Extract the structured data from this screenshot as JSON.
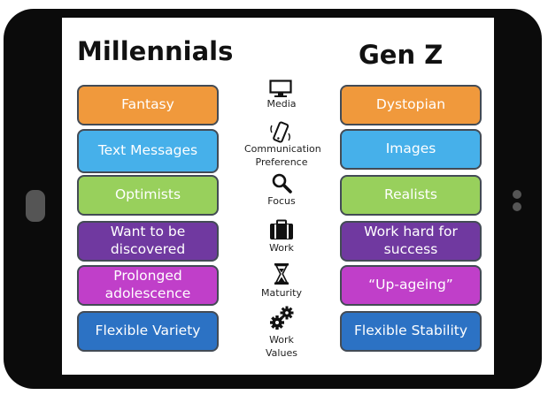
{
  "headings": {
    "left": "Millennials",
    "right": "Gen Z"
  },
  "rows": [
    {
      "left": "Fantasy",
      "category": "Media",
      "right": "Dystopian",
      "color": "#f0993c",
      "icon": "monitor-icon"
    },
    {
      "left": "Text Messages",
      "category": "Communication Preference",
      "category_lines": [
        "Communication",
        "Preference"
      ],
      "right": "Images",
      "color": "#46b0ea",
      "icon": "phone-icon"
    },
    {
      "left": "Optimists",
      "category": "Focus",
      "right": "Realists",
      "color": "#98d05c",
      "icon": "magnifier-icon"
    },
    {
      "left": "Want to be discovered",
      "category": "Work",
      "right": "Work hard for success",
      "color": "#7039a0",
      "icon": "briefcase-icon"
    },
    {
      "left": "Prolonged adolescence",
      "category": "Maturity",
      "right": "“Up-ageing”",
      "color": "#c03fc9",
      "icon": "hourglass-icon"
    },
    {
      "left": "Flexible Variety",
      "category": "Work Values",
      "category_lines": [
        "Work",
        "Values"
      ],
      "right": "Flexible Stability",
      "color": "#2c72c4",
      "icon": "gears-icon"
    }
  ]
}
